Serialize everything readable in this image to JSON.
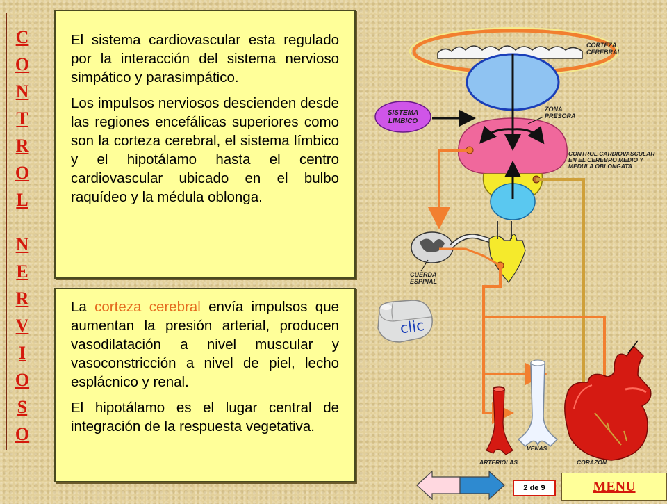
{
  "sidebar": {
    "title_letters": [
      "C",
      "O",
      "N",
      "T",
      "R",
      "O",
      "L",
      "N",
      "E",
      "R",
      "V",
      "I",
      "O",
      "S",
      "O"
    ]
  },
  "box1": {
    "p1": "El sistema cardiovascular esta regulado por la interacción del sistema nervioso simpático y parasimpático.",
    "p2": "Los impulsos nerviosos descienden desde las regiones encefálicas superiores como son la corteza cerebral, el sistema límbico y el hipotálamo hasta el centro cardiovascular ubicado en el bulbo raquídeo y la médula oblonga."
  },
  "box2": {
    "p1_before": "La ",
    "p1_highlight": "corteza cerebral",
    "p1_after": " envía impulsos que aumentan la presión arterial, producen vasodilatación a nivel muscular y vasoconstricción a nivel de piel, lecho esplácnico y renal.",
    "p2": "El hipotálamo es el lugar central de integración de la respuesta vegetativa."
  },
  "diagram": {
    "corteza_line1": "CORTEZA",
    "corteza_line2": "CEREBRAL",
    "limbico_line1": "SISTEMA",
    "limbico_line2": "LIMBICO",
    "zona_line1": "ZONA",
    "zona_line2": "PRESORA",
    "control_line1": "CONTROL CARDIOVASCULAR",
    "control_line2": "EN EL CEREBRO MEDIO Y",
    "control_line3": "MEDULA OBLONGATA",
    "cuerda_line1": "CUERDA",
    "cuerda_line2": "ESPINAL",
    "venas": "VENAS",
    "arteriolas": "ARTERIOLAS",
    "corazon": "CORAZON"
  },
  "clic_label": "clic",
  "nav": {
    "page_current": "2",
    "page_sep": "de",
    "page_total": "9"
  },
  "menu_label": "MENU",
  "colors": {
    "title_red": "#d4190c",
    "highlight_orange": "#e46b1f",
    "box_yellow": "#ffff99",
    "brain_blue": "#8fc3f2",
    "pons_pink": "#f0689c",
    "medulla_yellow": "#f5ea2c",
    "cord_cyan": "#5ac8f0",
    "limbic_purple": "#cf55e8",
    "path_orange": "#f27f2f",
    "path_gold": "#cfa03a",
    "vessel_red": "#d51a12"
  }
}
